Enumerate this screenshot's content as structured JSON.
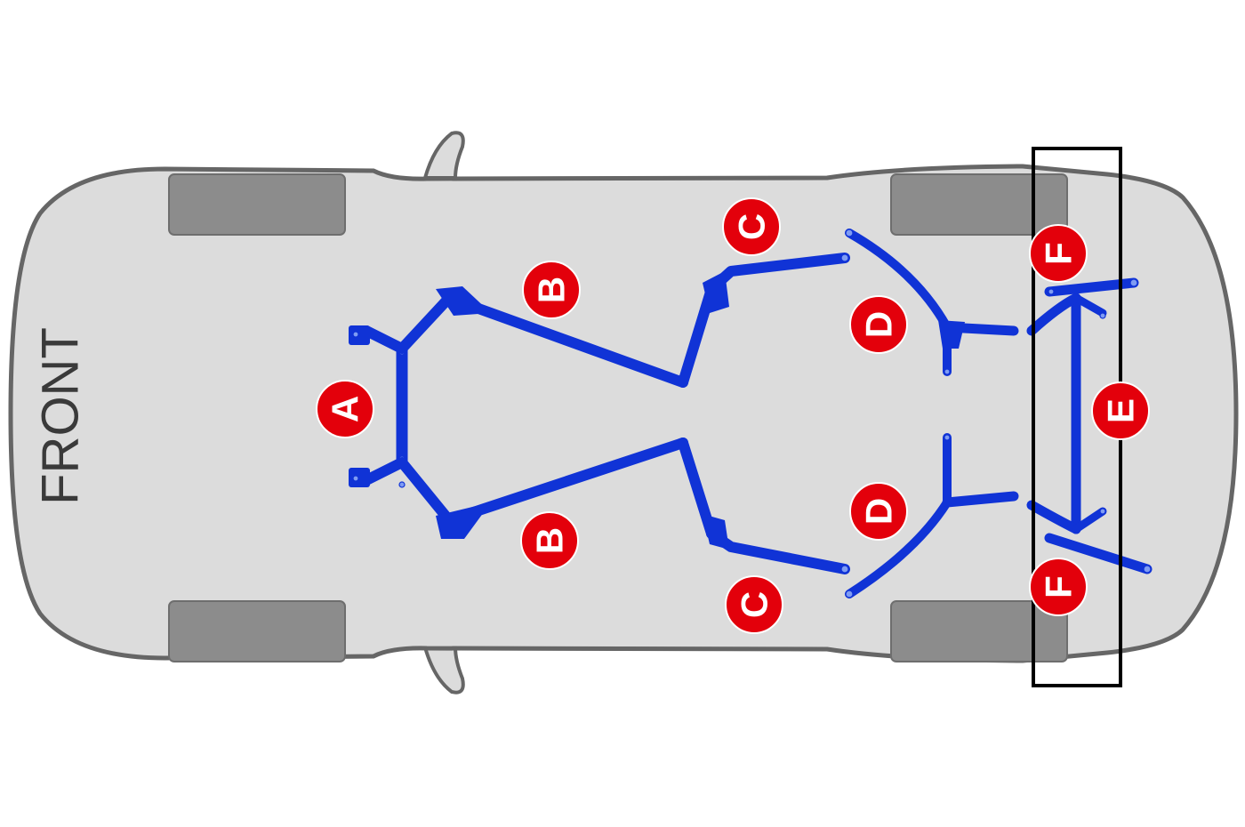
{
  "front_label": "FRONT",
  "colors": {
    "body": "#dcdcdc",
    "outline": "#666666",
    "tire": "#8c8c8c",
    "brace": "#1033d6",
    "badge": "#e3000b",
    "highlight_box": "#000000"
  },
  "labels": {
    "a": "A",
    "b_top": "B",
    "b_bottom": "B",
    "c_top": "C",
    "c_bottom": "C",
    "d_top": "D",
    "d_bottom": "D",
    "e": "E",
    "f_top": "F",
    "f_bottom": "F"
  }
}
